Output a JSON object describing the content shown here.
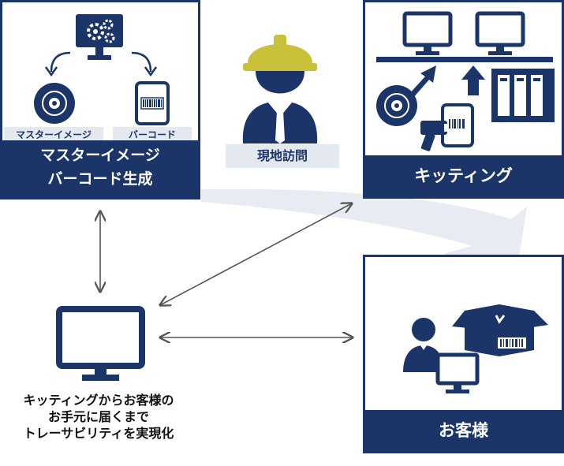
{
  "colors": {
    "navy": "#1b3568",
    "chip_bg": "#e4e8ef",
    "helmet": "#c9c13a",
    "flow": "#e8ecf2",
    "arrow": "#555555"
  },
  "left_box": {
    "label_master": "マスターイメージ",
    "label_barcode": "バーコード",
    "banner_line1": "マスターイメージ",
    "banner_line2": "バーコード生成",
    "icons": [
      "monitor-gear-icon",
      "disc-icon",
      "barcode-card-icon"
    ]
  },
  "worker": {
    "label": "現地訪問",
    "icon": "worker-helmet-icon"
  },
  "kitting_box": {
    "banner": "キッティング",
    "icons": [
      "monitor-icon",
      "server-rack-icon",
      "disc-icon",
      "barcode-scanner-icon"
    ]
  },
  "customer_box": {
    "banner": "お客様",
    "icons": [
      "person-icon",
      "box-barcode-icon",
      "monitor-icon"
    ]
  },
  "bottom": {
    "caption_lines": [
      "キッティングからお客様の",
      "お手元に届くまで",
      "トレーサビリティを実現化"
    ],
    "icon": "monitor-icon"
  }
}
